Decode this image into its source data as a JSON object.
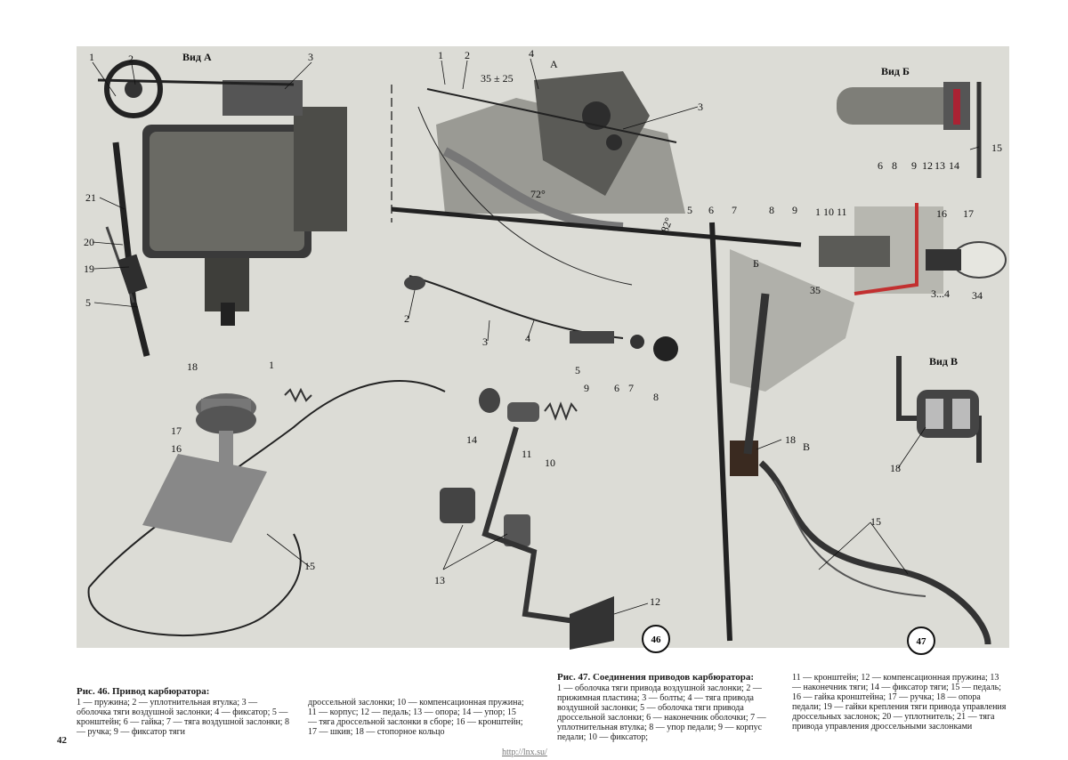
{
  "labels": {
    "view_a": "Вид А",
    "view_b": "Вид Б",
    "view_v": "Вид В",
    "arrow_a": "А",
    "arrow_b": "Б",
    "arrow_v": "В",
    "fig46": "46",
    "fig47": "47",
    "dim_35_25": "35 ± 25",
    "dim_72": "72°",
    "dim_82": "82°",
    "dim_35": "35",
    "dim_3_4": "3...4",
    "dim_34": "34"
  },
  "captions": {
    "fig46": {
      "title": "Рис. 46. Привод карбюратора:",
      "col1": "1 — пружина; 2 — уплотнительная втулка; 3 — оболочка тяги воздушной заслонки; 4 — фиксатор; 5 — кронштейн; 6 — гайка; 7 — тяга воздушной заслонки; 8 — ручка; 9 — фиксатор тяги",
      "col2": "дроссельной заслонки; 10 — компенсационная пружина; 11 — корпус; 12 — педаль; 13 — опора; 14 — упор; 15 — тяга дроссельной заслонки в сборе; 16 — кронштейн; 17 — шкив; 18 — стопорное кольцо"
    },
    "fig47": {
      "title": "Рис. 47. Соединения приводов карбюратора:",
      "col1": "1 — оболочка тяги привода воздушной заслонки; 2 — прижимная пластина; 3 — болты; 4 — тяга привода воздушной заслонки; 5 — оболочка тяги привода дроссельной заслонки; 6 — наконечник оболочки; 7 — уплотнительная втулка; 8 — упор педали; 9 — корпус педали; 10 — фиксатор;",
      "col2": "11 — кронштейн; 12 — компенсационная пружина; 13 — наконечник тяги; 14 — фиксатор тяги; 15 — педаль; 16 — гайка кронштейна; 17 — ручка; 18 — опора педали; 19 — гайки крепления тяги привода управления дроссельных заслонок; 20 — уплотнитель; 21 — тяга привода управления дроссельными заслонками"
    }
  },
  "page_number": "42",
  "source_url": "http://lnx.su/"
}
